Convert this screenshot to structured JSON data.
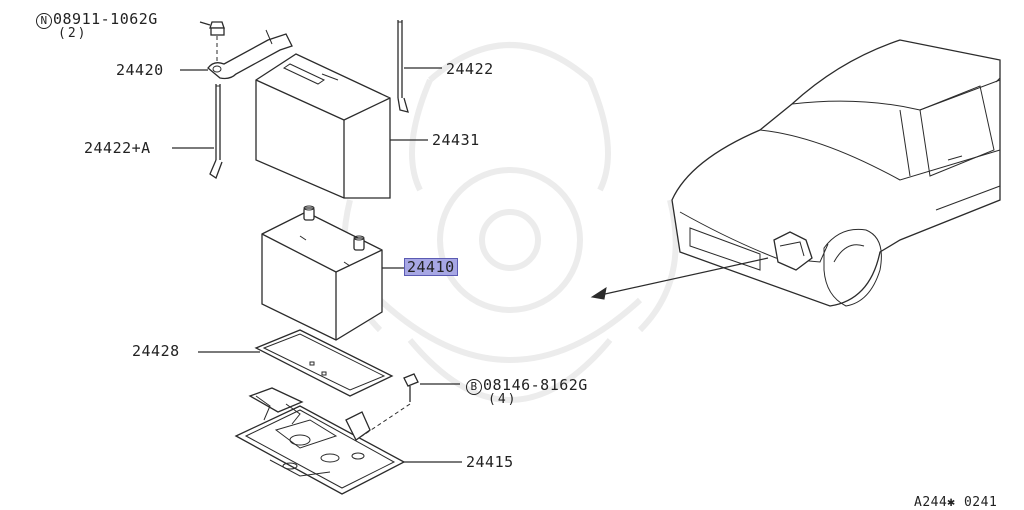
{
  "labels": {
    "nut_prefix": "N",
    "nut_part": "08911-1062G",
    "nut_qty": "(2)",
    "clamp": "24420",
    "rod_a": "24422+A",
    "rod": "24422",
    "cover": "24431",
    "battery": "24410",
    "tray_pad": "24428",
    "bolt_prefix": "B",
    "bolt_part": "08146-8162G",
    "bolt_qty": "(4)",
    "bracket": "24415",
    "figure_code": "A244✱ 0241"
  },
  "colors": {
    "highlight": "#a7a7e4",
    "line": "#2b2b2b",
    "watermark": "#ececec"
  }
}
